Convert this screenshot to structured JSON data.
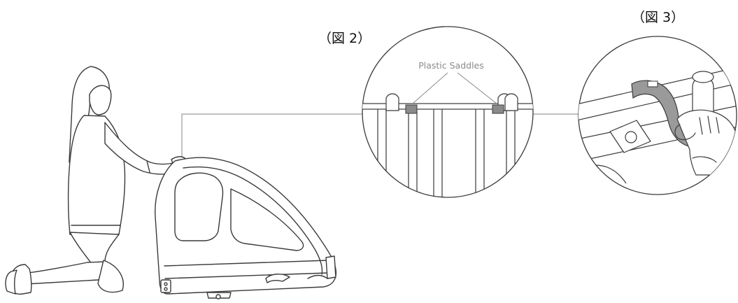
{
  "figures": {
    "fig2": {
      "label": "（図 2）",
      "callout": "Plastic Saddles"
    },
    "fig3": {
      "label": "（図 3）"
    }
  },
  "colors": {
    "line": "#3a3a3a",
    "connector": "#9a9a9a",
    "saddle_fill": "#8a8a8a",
    "clip_fill": "#9a9a9a",
    "callout_text": "#8a8a8a"
  }
}
